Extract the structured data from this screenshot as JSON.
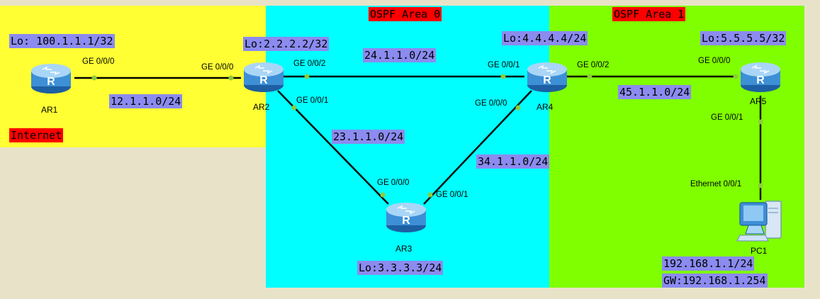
{
  "colors": {
    "background": "#e8e3c8",
    "internet_zone": "#ffff33",
    "area0_zone": "#00ffff",
    "area1_zone": "#80ff00",
    "label_bg": "#8b8bf0",
    "area_label_bg": "#ff0000",
    "router_blue": "#3d8fd6",
    "port_dot": "#8ccc3c"
  },
  "zones": {
    "internet": "Internet",
    "area0": "OSPF Area 0",
    "area1": "OSPF Area 1"
  },
  "devices": {
    "ar1": {
      "name": "AR1",
      "loopback": "Lo: 100.1.1.1/32",
      "icon": "router-icon"
    },
    "ar2": {
      "name": "AR2",
      "loopback": "Lo:2.2.2.2/32",
      "icon": "router-icon"
    },
    "ar3": {
      "name": "AR3",
      "loopback": "Lo:3.3.3.3/24",
      "icon": "router-icon"
    },
    "ar4": {
      "name": "AR4",
      "loopback": "Lo:4.4.4.4/24",
      "icon": "router-icon"
    },
    "ar5": {
      "name": "AR5",
      "loopback": "Lo:5.5.5.5/32",
      "icon": "router-icon"
    },
    "pc1": {
      "name": "PC1",
      "ip": "192.168.1.1/24",
      "gw": "GW:192.168.1.254",
      "icon": "pc-icon"
    }
  },
  "links": {
    "ar1_ar2": {
      "network": "12.1.1.0/24",
      "port_a": "GE 0/0/0",
      "port_b": "GE 0/0/0"
    },
    "ar2_ar4": {
      "network": "24.1.1.0/24",
      "port_a": "GE 0/0/2",
      "port_b": "GE 0/0/1"
    },
    "ar2_ar3": {
      "network": "23.1.1.0/24",
      "port_a": "GE 0/0/1",
      "port_b": "GE 0/0/0"
    },
    "ar3_ar4": {
      "network": "34.1.1.0/24",
      "port_a": "GE 0/0/1",
      "port_b": "GE 0/0/0"
    },
    "ar4_ar5": {
      "network": "45.1.1.0/24",
      "port_a": "GE 0/0/2",
      "port_b": "GE 0/0/0"
    },
    "ar5_pc1": {
      "port_a": "GE 0/0/1",
      "port_b": "Ethernet 0/0/1"
    }
  }
}
